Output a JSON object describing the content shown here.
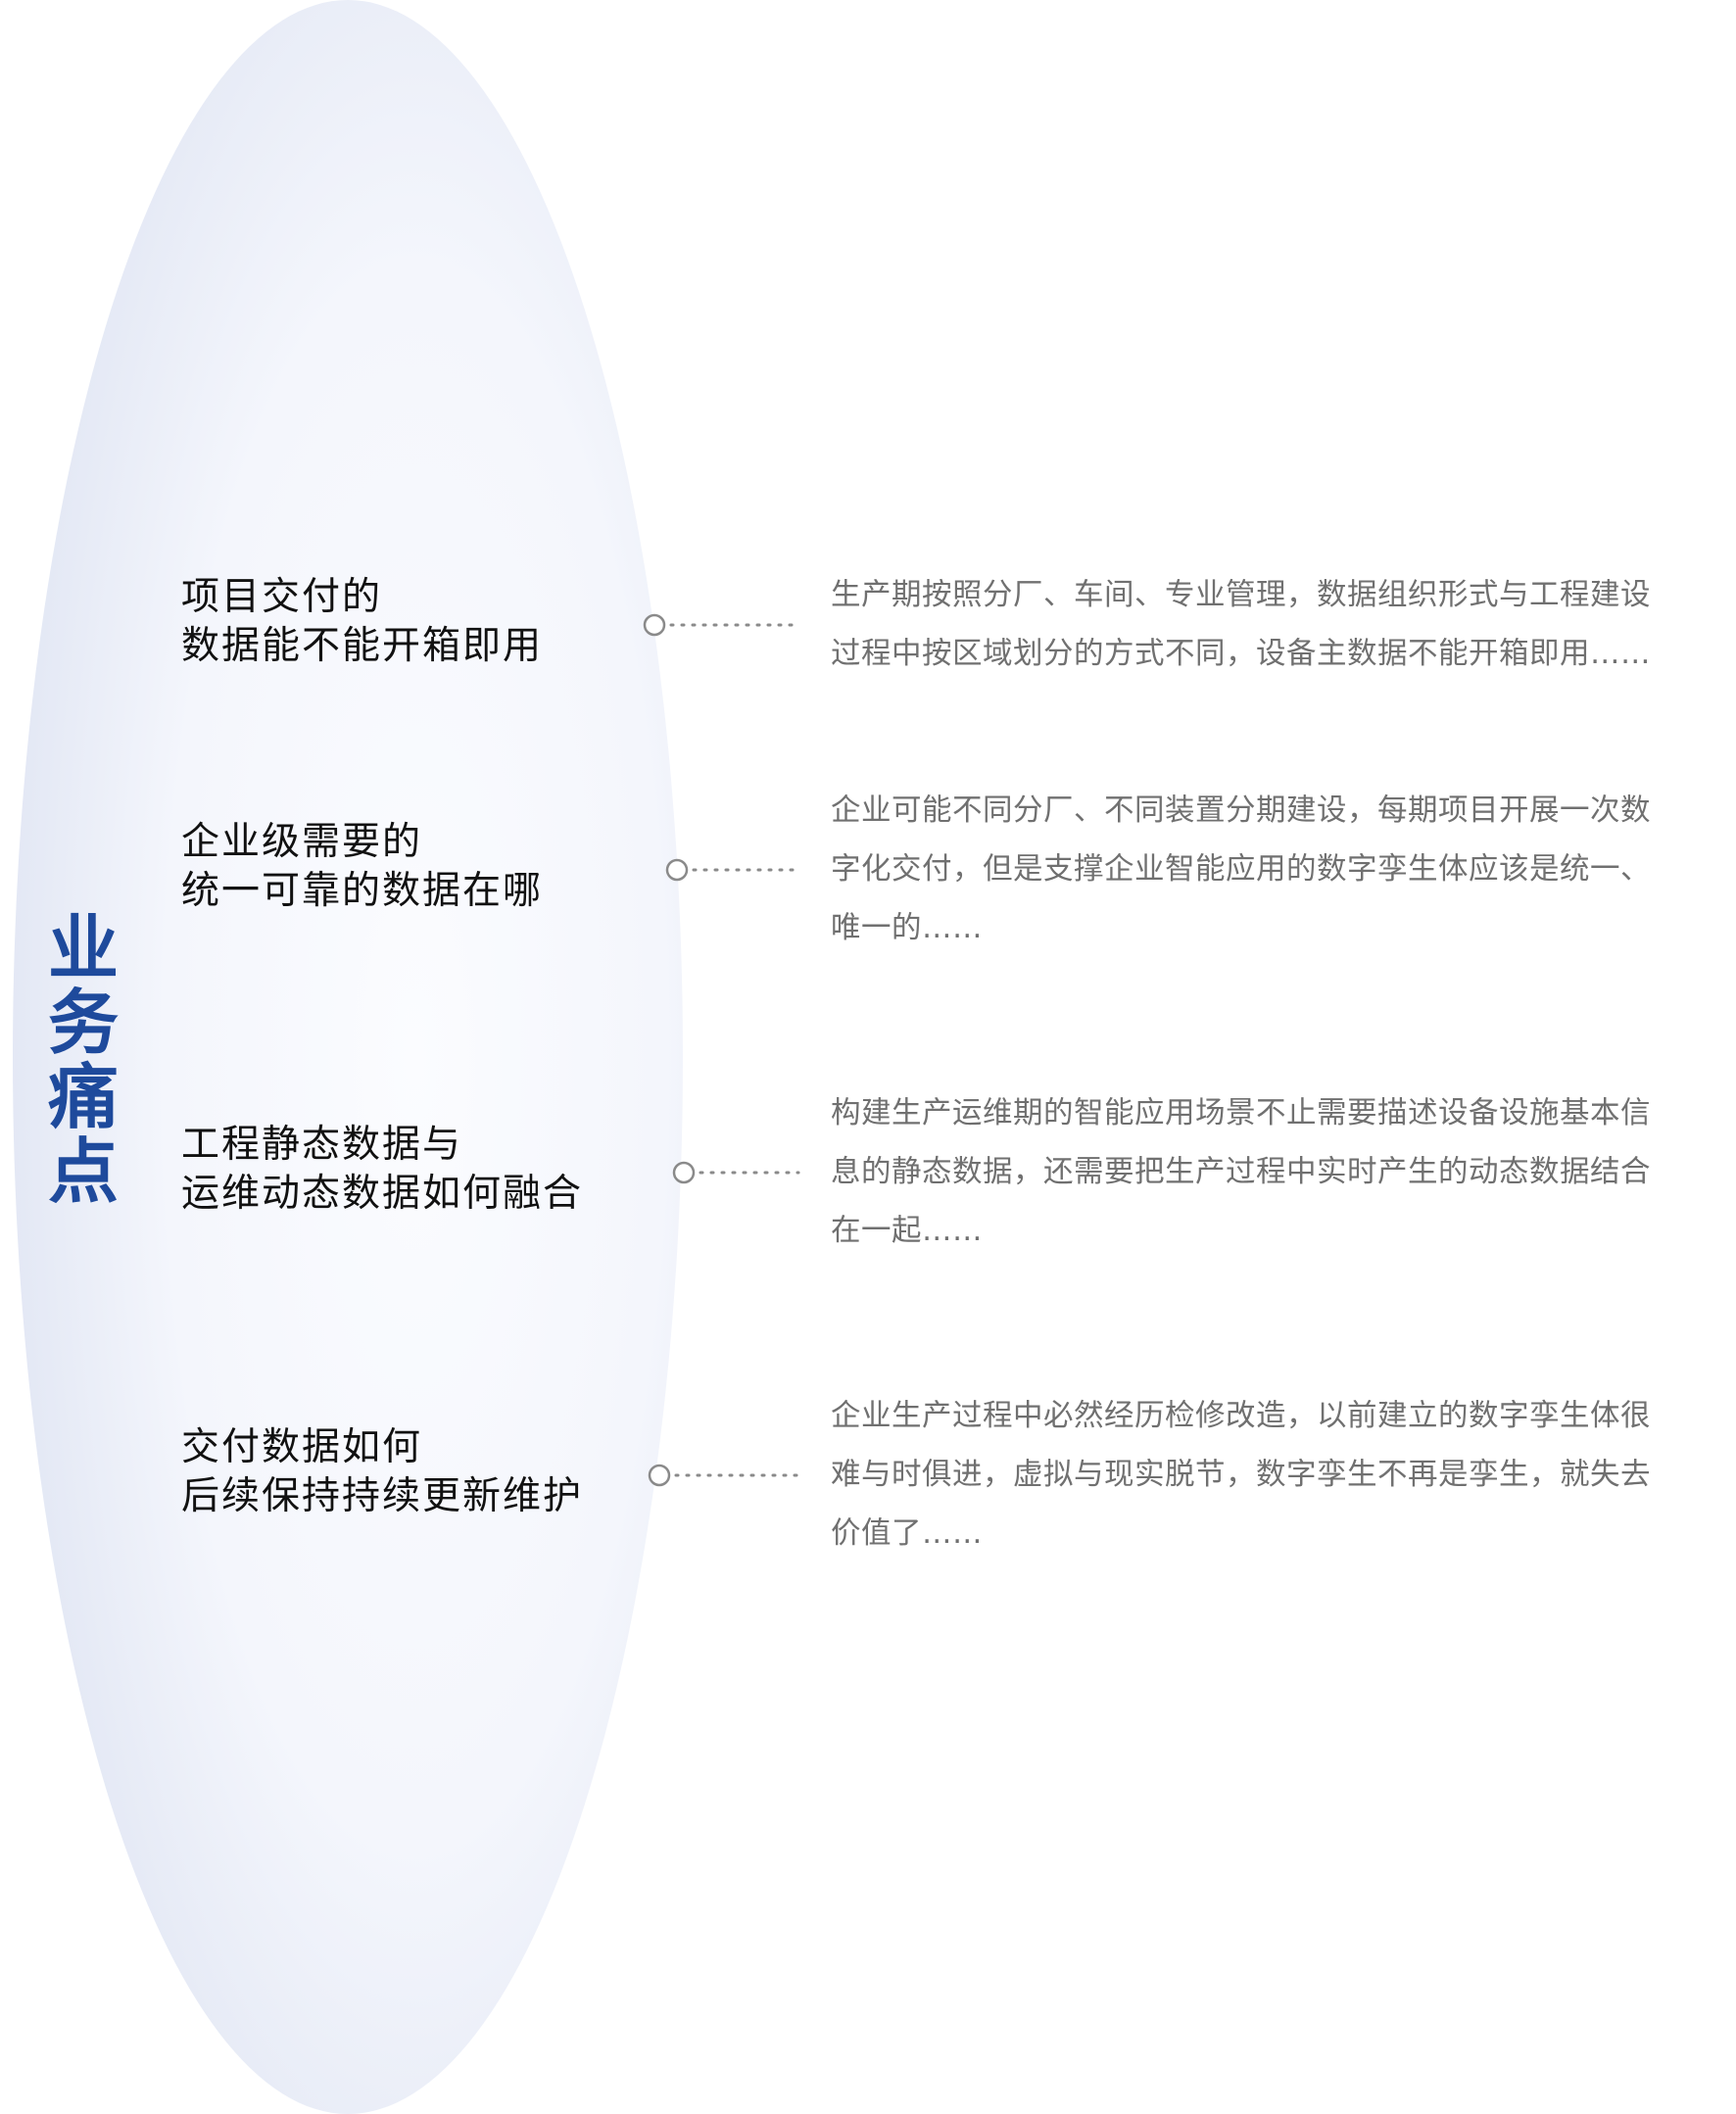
{
  "colors": {
    "title": "#1e4a9c",
    "question_text": "#111111",
    "answer_text": "#707070",
    "connector": "#8a8a8a",
    "ellipse_edge": "#dfe5f3",
    "ellipse_center": "#f7f9fe"
  },
  "sidebar": {
    "title_chars": [
      "业",
      "务",
      "痛",
      "点"
    ]
  },
  "items": [
    {
      "question": [
        "项目交付的",
        "数据能不能开箱即用"
      ],
      "answer": [
        "生产期按照分厂、车间、专业管理，数据组织形式与工程建设",
        "过程中按区域划分的方式不同，设备主数据不能开箱即用……"
      ]
    },
    {
      "question": [
        "企业级需要的",
        "统一可靠的数据在哪"
      ],
      "answer": [
        "企业可能不同分厂、不同装置分期建设，每期项目开展一次数",
        "字化交付，但是支撑企业智能应用的数字孪生体应该是统一、",
        "唯一的……"
      ]
    },
    {
      "question": [
        "工程静态数据与",
        "运维动态数据如何融合"
      ],
      "answer": [
        "构建生产运维期的智能应用场景不止需要描述设备设施基本信",
        "息的静态数据，还需要把生产过程中实时产生的动态数据结合",
        "在一起……"
      ]
    },
    {
      "question": [
        "交付数据如何",
        "后续保持持续更新维护"
      ],
      "answer": [
        "企业生产过程中必然经历检修改造，以前建立的数字孪生体很",
        "难与时俱进，虚拟与现实脱节，数字孪生不再是孪生，就失去",
        "价值了……"
      ]
    }
  ]
}
